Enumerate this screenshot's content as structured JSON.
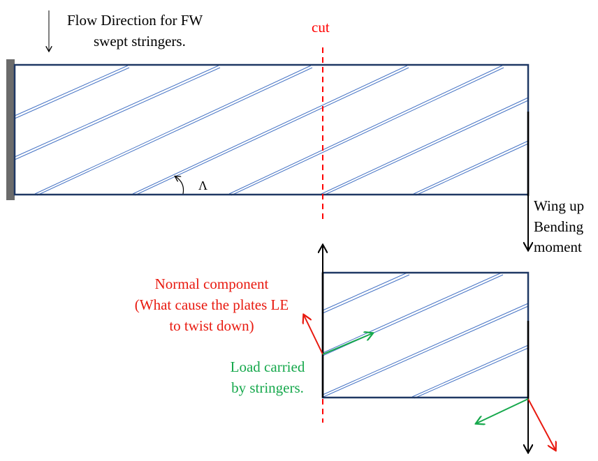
{
  "labels": {
    "flow_line1": "Flow Direction for FW",
    "flow_line2": "swept stringers.",
    "cut": "cut",
    "sweep_angle": "Λ",
    "wing_line1": "Wing up",
    "wing_line2": "Bending",
    "wing_line3": "moment",
    "normal_line1": "Normal component",
    "normal_line2": "(What cause the plates LE",
    "normal_line3": "to twist down)",
    "load_line1": "Load carried",
    "load_line2": "by stringers."
  },
  "colors": {
    "outline": "#1f3864",
    "stringer": "#4472c4",
    "cut": "#ff0000",
    "normal": "#e8190f",
    "load": "#16a84c",
    "wall": "#6b6b6b",
    "text": "#000000"
  }
}
